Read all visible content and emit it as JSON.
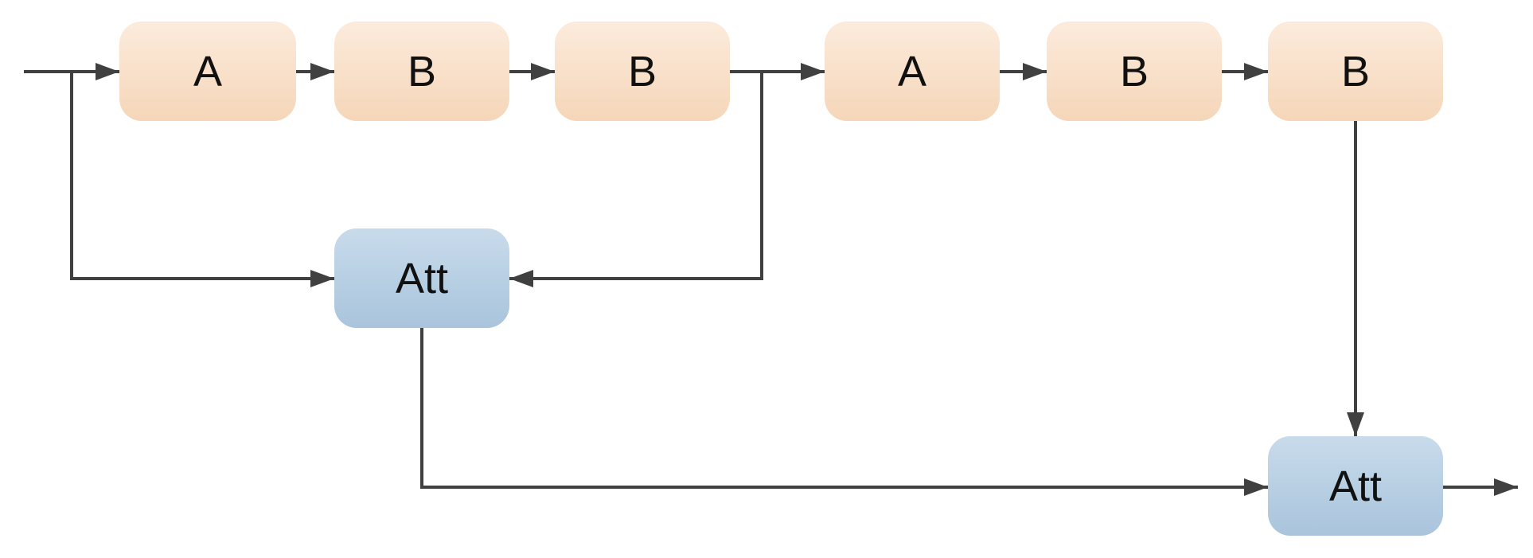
{
  "diagram": {
    "background": "#ffffff",
    "nodes": [
      {
        "id": "block-a-1",
        "label": "A",
        "type": "block"
      },
      {
        "id": "block-b-1",
        "label": "B",
        "type": "block"
      },
      {
        "id": "block-b-2",
        "label": "B",
        "type": "block"
      },
      {
        "id": "block-a-2",
        "label": "A",
        "type": "block"
      },
      {
        "id": "block-b-3",
        "label": "B",
        "type": "block"
      },
      {
        "id": "block-b-4",
        "label": "B",
        "type": "block"
      },
      {
        "id": "att-1",
        "label": "Att",
        "type": "attention"
      },
      {
        "id": "att-2",
        "label": "Att",
        "type": "attention"
      }
    ],
    "edges": [
      {
        "from": "input",
        "to": "block-a-1"
      },
      {
        "from": "input",
        "to": "att-1",
        "side": "left"
      },
      {
        "from": "block-a-1",
        "to": "block-b-1"
      },
      {
        "from": "block-b-1",
        "to": "block-b-2"
      },
      {
        "from": "block-b-2",
        "to": "block-a-2"
      },
      {
        "from": "block-b-2",
        "to": "att-1",
        "side": "right"
      },
      {
        "from": "block-a-2",
        "to": "block-b-3"
      },
      {
        "from": "block-b-3",
        "to": "block-b-4"
      },
      {
        "from": "block-b-4",
        "to": "att-2",
        "side": "top"
      },
      {
        "from": "att-1",
        "to": "att-2",
        "side": "left"
      },
      {
        "from": "att-2",
        "to": "output"
      }
    ],
    "colors": {
      "block_gradient_top": "#fcebdc",
      "block_gradient_bottom": "#f5d6b9",
      "attention_gradient_top": "#c8dbeb",
      "attention_gradient_bottom": "#a9c4dc",
      "arrow": "#404040",
      "label_text": "#111111"
    }
  }
}
